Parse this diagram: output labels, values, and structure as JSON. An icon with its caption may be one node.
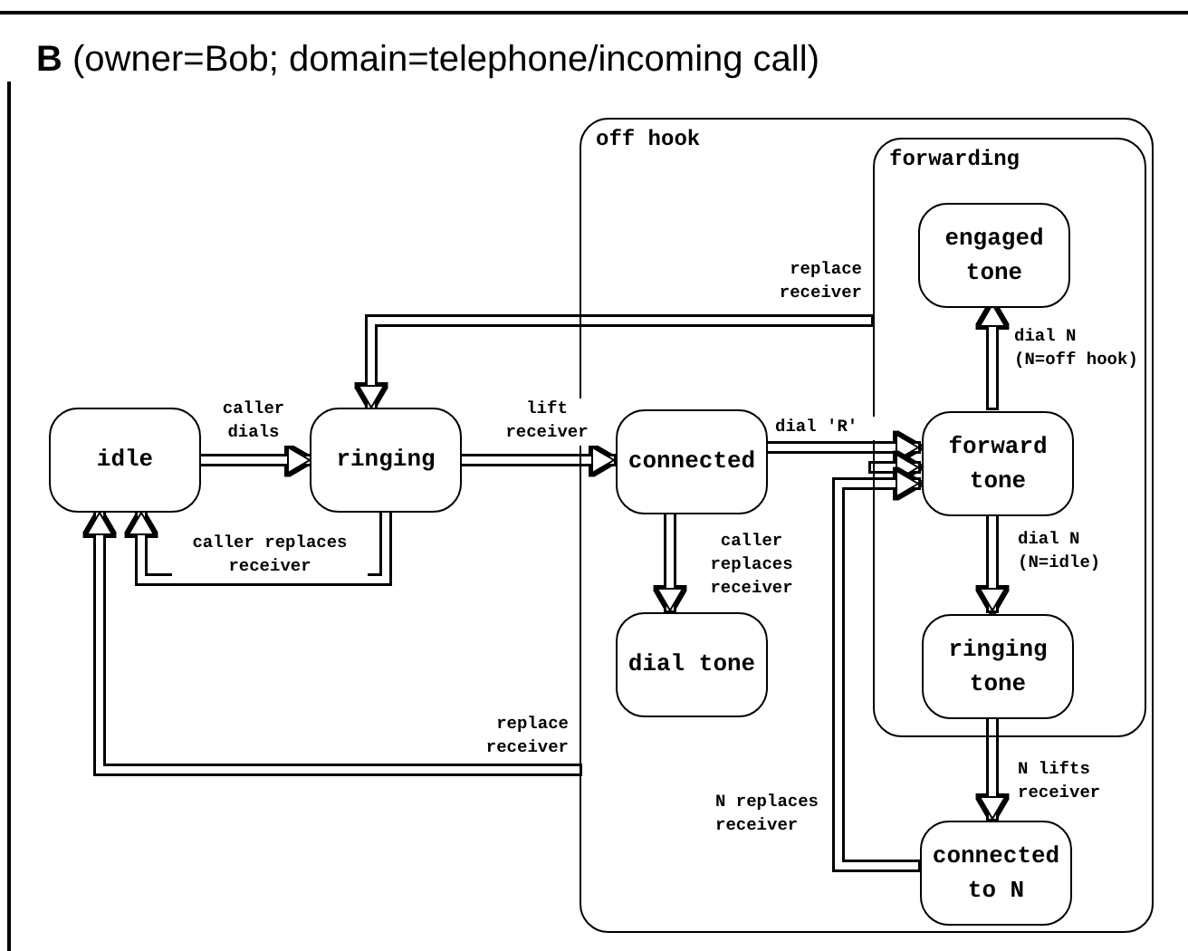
{
  "diagram": {
    "title": "**B** (owner=Bob; domain=telephone/incoming call)",
    "nodes": [
      {
        "text": [
          "off hook"
        ]
      },
      {
        "text": [
          "forwarding"
        ],
        "in": 0
      },
      {
        "text": [
          "engaged tone"
        ],
        "in": 1
      },
      {
        "text": [
          "idle"
        ]
      },
      {
        "text": [
          "ringing"
        ]
      },
      {
        "text": [
          "connected"
        ],
        "in": 0
      },
      {
        "text": [
          "forward tone"
        ],
        "in": 1
      },
      {
        "text": [
          "dial tone"
        ],
        "in": 0
      },
      {
        "text": [
          "ringing tone"
        ],
        "in": 1
      },
      {
        "text": [
          "connected to N"
        ],
        "in": 0
      }
    ],
    "edges": [
      {
        "from": 1,
        "to": 4,
        "arrow": "to",
        "label": "replace receiver"
      },
      {
        "from": 3,
        "to": 4,
        "arrow": "to",
        "label": "caller dials"
      },
      {
        "from": 4,
        "to": 3,
        "arrow": "to",
        "label": "caller replaces receiver"
      },
      {
        "from": 4,
        "to": 5,
        "arrow": "to",
        "label": "lift receiver"
      },
      {
        "from": 5,
        "to": 6,
        "arrow": "to",
        "label": "dial 'R'"
      },
      {
        "from": 1,
        "to": 6,
        "arrow": "to"
      },
      {
        "from": 9,
        "to": 6,
        "arrow": "to",
        "label": "N replaces receiver"
      },
      {
        "from": 6,
        "to": 2,
        "arrow": "to",
        "label": "dial N (N=off hook)"
      },
      {
        "from": 6,
        "to": 8,
        "arrow": "to",
        "label": "dial N (N=idle)"
      },
      {
        "from": 5,
        "to": 7,
        "arrow": "to",
        "label": "caller replaces receiver"
      },
      {
        "from": 8,
        "to": 9,
        "arrow": "to",
        "label": "N lifts receiver"
      },
      {
        "from": 0,
        "to": 3,
        "arrow": "to",
        "label": "replace receiver"
      }
    ]
  }
}
